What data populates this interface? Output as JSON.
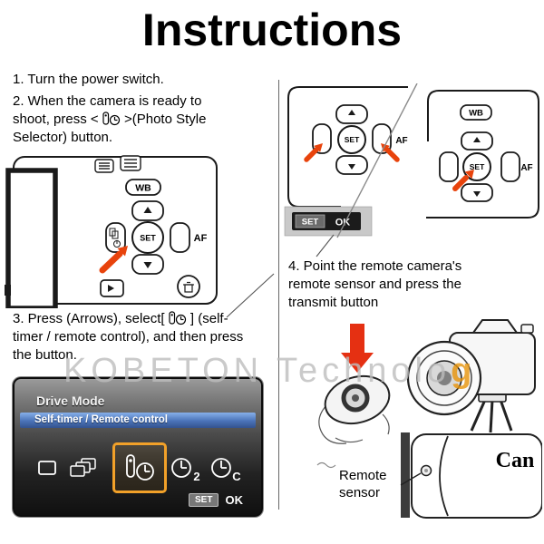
{
  "title": "Instructions",
  "watermark": {
    "part1": "KOBETON Technolo",
    "part2": "g"
  },
  "steps": {
    "s1": "1. Turn the power switch.",
    "s2_pre": "2. When the camera is ready to shoot, press <",
    "s2_post": ">(Photo Style Selector) button.",
    "s3_pre": "3. Press (Arrows), select[",
    "s3_bracket": "]",
    "s3_post": "(self-timer / remote control), and then press the button.",
    "s4": "4. Point the remote camera's remote sensor and press the transmit button"
  },
  "dial_left": {
    "wb": "WB",
    "set": "SET",
    "af": "AF"
  },
  "dial_right_left_view": {
    "set": "SET",
    "af": "AF"
  },
  "dial_right_badge": {
    "set": "SET",
    "ok": "OK"
  },
  "dial_right_right_view": {
    "wb": "WB",
    "set": "SET",
    "af": "AF"
  },
  "lcd": {
    "title": "Drive Mode",
    "selected": "Self-timer / Remote control",
    "icon_names": [
      "single-shot-icon",
      "burst-icon",
      "self-timer-remote-icon",
      "self-timer-2s-icon",
      "self-timer-custom-icon"
    ],
    "timer2": "2",
    "timerc": "C",
    "badge_set": "SET",
    "badge_ok": "OK"
  },
  "camera_illustration": {
    "brand": "Can",
    "sensor_line1": "Remote",
    "sensor_line2": "sensor"
  },
  "colors": {
    "arrow_red": "#e8430c",
    "bright_red": "#e53012",
    "lcd_highlight_orange": "#f2a129",
    "lcd_bar_blue": "#4a73b8",
    "watermark_gray": "#bdbdbd",
    "watermark_accent_orange": "#e8940a"
  }
}
